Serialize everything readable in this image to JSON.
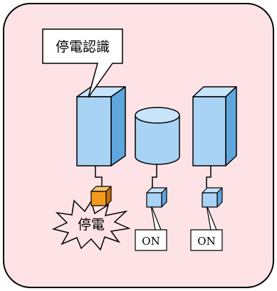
{
  "labels": {
    "power_outage_recognition": "停電認識",
    "power_outage": "停電",
    "switch_on_1": "ON",
    "switch_on_2": "ON"
  },
  "colors": {
    "panel_fill": "#fde3e6",
    "device_front": "#a9d3f5",
    "device_side": "#5fa6dd",
    "device_top": "#c8e4fb",
    "faulty_switch_front": "#f39a1c",
    "faulty_switch_top": "#f8c56b",
    "faulty_switch_side": "#c96f05",
    "burst_fill": "#fde3e6",
    "callout_fill": "#ffffff",
    "stroke": "#000000"
  },
  "icons": {
    "server_tower_left": "server-tower-icon",
    "storage_cylinder": "database-cylinder-icon",
    "server_tower_right": "server-tower-icon",
    "faulty_switch": "switch-box-icon",
    "switch_2": "switch-box-icon",
    "switch_3": "switch-box-icon",
    "outage_burst": "explosion-burst-icon"
  }
}
